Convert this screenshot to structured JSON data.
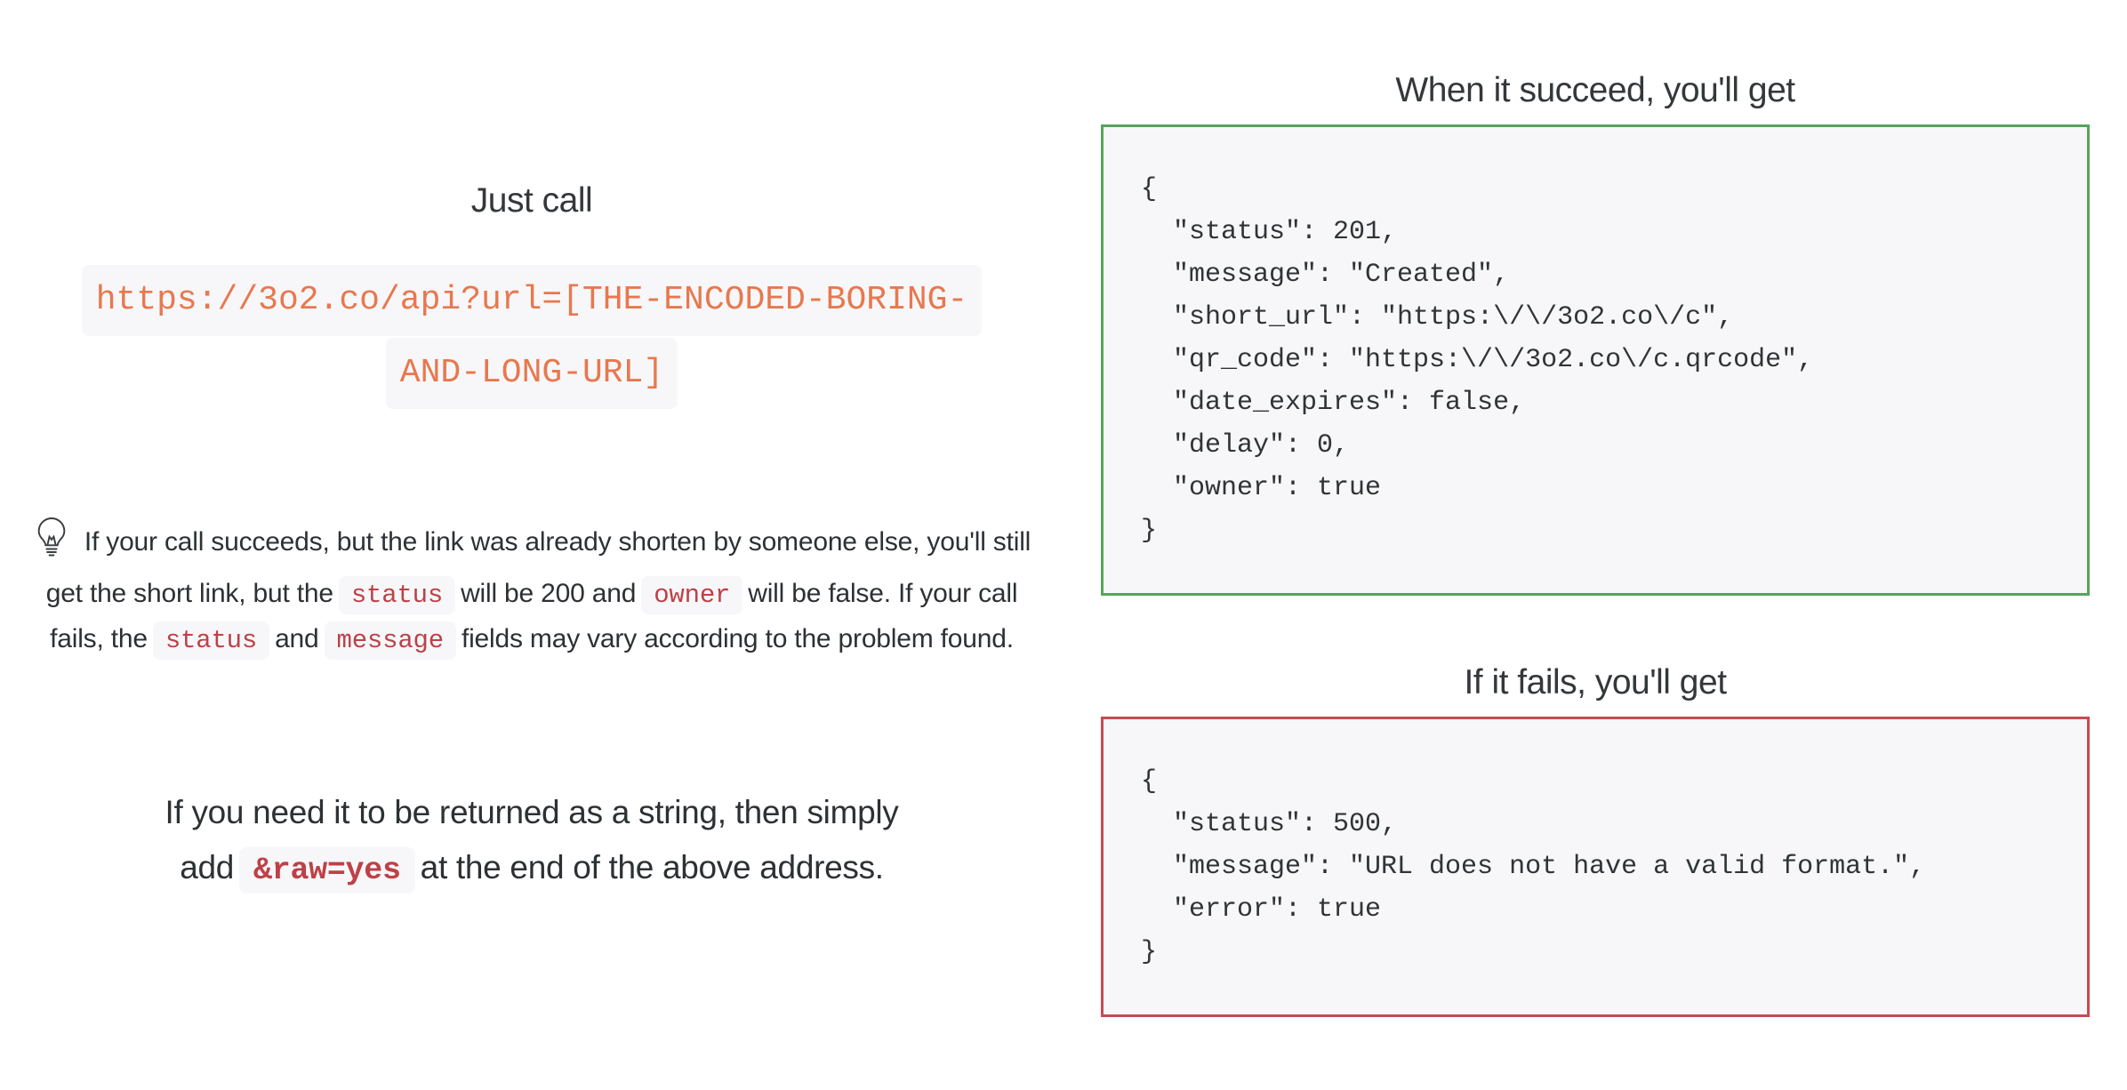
{
  "colors": {
    "accent_orange": "#e8784e",
    "inline_code_red": "#bd4147",
    "code_bg": "#f7f7f9",
    "success_border": "#56a45a",
    "failure_border": "#c84a51",
    "text": "#2d3133"
  },
  "left": {
    "heading": "Just call",
    "api_code": {
      "line1": "https://3o2.co/api?url=[THE-ENCODED-BORING-",
      "line2": "AND-LONG-URL]"
    },
    "tip": {
      "icon": "lightbulb-icon",
      "seg1": "If your call succeeds, but the link was already shorten by someone else, you'll still get the short link, but the",
      "code1": "status",
      "seg2": "will be 200 and",
      "code2": "owner",
      "seg3": "will be false. If your call fails, the",
      "code3": "status",
      "seg4": "and",
      "code4": "message",
      "seg5": "fields may vary according to the problem found."
    },
    "raw_note": {
      "seg1": "If you need it to be returned as a string, then simply add",
      "code1": "&raw=yes",
      "seg2": "at the end of the above address."
    }
  },
  "right": {
    "success": {
      "heading": "When it succeed, you'll get",
      "code": "{\n  \"status\": 201,\n  \"message\": \"Created\",\n  \"short_url\": \"https:\\/\\/3o2.co\\/c\",\n  \"qr_code\": \"https:\\/\\/3o2.co\\/c.qrcode\",\n  \"date_expires\": false,\n  \"delay\": 0,\n  \"owner\": true\n}"
    },
    "failure": {
      "heading": "If it fails, you'll get",
      "code": "{\n  \"status\": 500,\n  \"message\": \"URL does not have a valid format.\",\n  \"error\": true\n}"
    }
  }
}
